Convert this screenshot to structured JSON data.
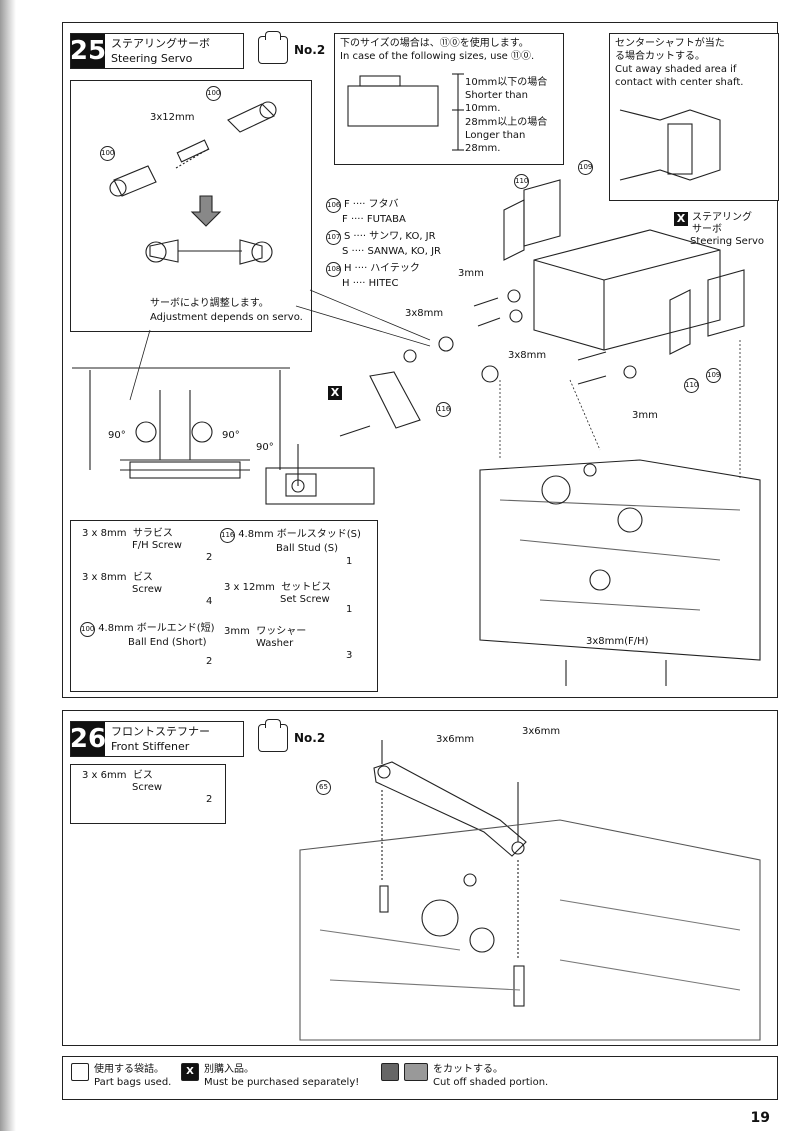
{
  "page_number": "19",
  "step25": {
    "number": "25",
    "title_ja": "ステアリングサーボ",
    "title_en": "Steering Servo",
    "bag": "No.2",
    "size_note": {
      "line_ja": "下のサイズの場合は、⑪⓪を使用します。",
      "line_en": "In case of the following sizes, use ⑪⓪.",
      "short_ja": "10mm以下の場合",
      "short_en": "Shorter than 10mm.",
      "long_ja": "28mm以上の場合",
      "long_en": "Longer than 28mm."
    },
    "cut_note": {
      "line1_ja": "センターシャフトが当た",
      "line2_ja": "る場合カットする。",
      "line1_en": "Cut away shaded area if",
      "line2_en": "contact with center shaft."
    },
    "inset": {
      "screw_label": "3x12mm",
      "part100": "100",
      "adjust_ja": "サーボにより調整します。",
      "adjust_en": "Adjustment depends on servo.",
      "angle1": "90°",
      "angle2": "90°",
      "angle3": "90°"
    },
    "brands": [
      {
        "num": "106",
        "code": "F",
        "ja": "フタバ",
        "en": "FUTABA"
      },
      {
        "num": "107",
        "code": "S",
        "ja": "サンワ, KO, JR",
        "en": "SANWA, KO, JR"
      },
      {
        "num": "108",
        "code": "H",
        "ja": "ハイテック",
        "en": "HITEC"
      }
    ],
    "labels": {
      "servo_ja1": "ステアリング",
      "servo_ja2": "サーボ",
      "servo_en": "Steering Servo",
      "washer_a": "3mm",
      "washer_b": "3mm",
      "screw_a": "3x8mm",
      "screw_b": "3x8mm",
      "screw_fh": "3x8mm(F/H)",
      "p109a": "109",
      "p109b": "109",
      "p110a": "110",
      "p110b": "110",
      "p116": "116"
    },
    "parts": [
      {
        "size": "3 x 8mm",
        "ja": "サラビス",
        "en": "F/H Screw",
        "qty": "2"
      },
      {
        "size": "3 x 8mm",
        "ja": "ビス",
        "en": "Screw",
        "qty": "4"
      },
      {
        "size": "4.8mm",
        "num": "100",
        "ja": "ボールエンド(短)",
        "en": "Ball End (Short)",
        "qty": "2"
      },
      {
        "size": "4.8mm",
        "num": "116",
        "ja": "ボールスタッド(S)",
        "en": "Ball Stud (S)",
        "qty": "1"
      },
      {
        "size": "3 x 12mm",
        "ja": "セットビス",
        "en": "Set Screw",
        "qty": "1"
      },
      {
        "size": "3mm",
        "ja": "ワッシャー",
        "en": "Washer",
        "qty": "3"
      }
    ]
  },
  "step26": {
    "number": "26",
    "title_ja": "フロントステフナー",
    "title_en": "Front Stiffener",
    "bag": "No.2",
    "screw_a": "3x6mm",
    "screw_b": "3x6mm",
    "part65": "65",
    "parts": [
      {
        "size": "3 x 6mm",
        "ja": "ビス",
        "en": "Screw",
        "qty": "2"
      }
    ]
  },
  "footer": {
    "bags_ja": "使用する袋詰。",
    "bags_en": "Part bags used.",
    "purchase_ja": "別購入品。",
    "purchase_en": "Must be purchased separately!",
    "cut_ja": "をカットする。",
    "cut_en": "Cut off shaded portion."
  }
}
